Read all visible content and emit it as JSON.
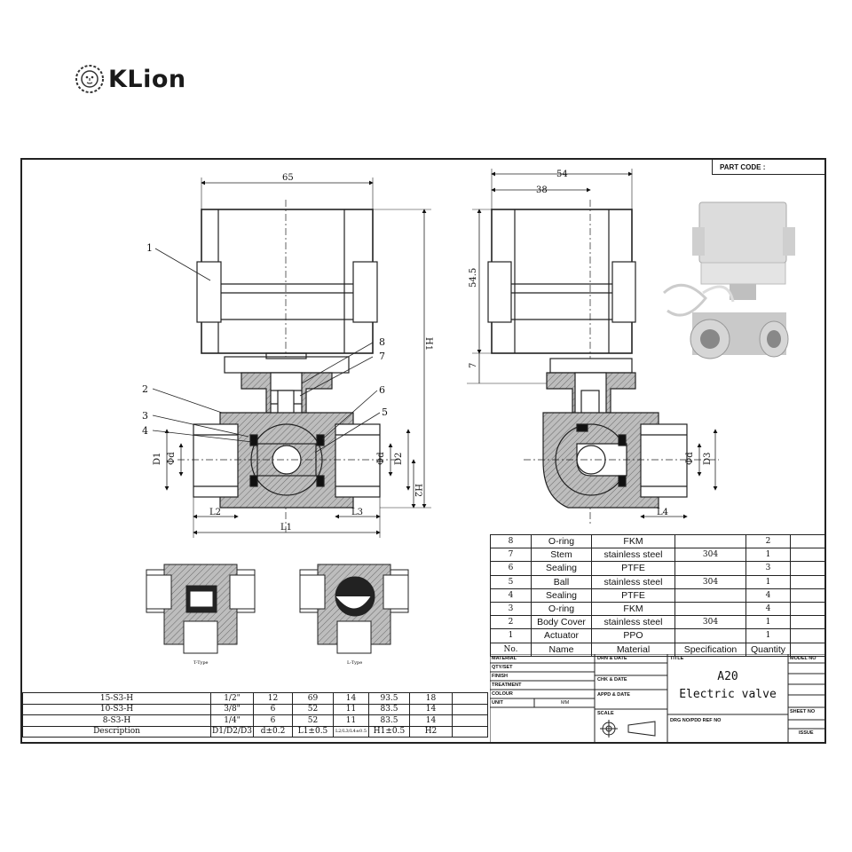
{
  "brand": {
    "name": "KLion",
    "logo_icon": "lion-head-icon"
  },
  "part_code_label": "PART CODE :",
  "dimensions": {
    "front_width": "65",
    "side_width": "54",
    "side_inner": "38",
    "side_height": "54.5",
    "side_offset": "7",
    "h1": "H1",
    "h2": "H2",
    "l1": "L1",
    "l2": "L2",
    "l3": "L3",
    "l4": "L4",
    "d1": "D1",
    "d2": "D2",
    "d3": "D3",
    "dd": "Φd"
  },
  "callouts": [
    "1",
    "2",
    "3",
    "4",
    "5",
    "6",
    "7",
    "8"
  ],
  "section_labels": [
    "T-Type",
    "L-Type"
  ],
  "bom": {
    "rows": [
      {
        "no": "8",
        "name": "O-ring",
        "material": "FKM",
        "spec": "",
        "qty": "2"
      },
      {
        "no": "7",
        "name": "Stem",
        "material": "stainless steel",
        "spec": "304",
        "qty": "1"
      },
      {
        "no": "6",
        "name": "Sealing",
        "material": "PTFE",
        "spec": "",
        "qty": "3"
      },
      {
        "no": "5",
        "name": "Ball",
        "material": "stainless steel",
        "spec": "304",
        "qty": "1"
      },
      {
        "no": "4",
        "name": "Sealing",
        "material": "PTFE",
        "spec": "",
        "qty": "4"
      },
      {
        "no": "3",
        "name": "O-ring",
        "material": "FKM",
        "spec": "",
        "qty": "4"
      },
      {
        "no": "2",
        "name": "Body Cover",
        "material": "stainless steel",
        "spec": "304",
        "qty": "1"
      },
      {
        "no": "1",
        "name": "Actuator",
        "material": "PPO",
        "spec": "",
        "qty": "1"
      }
    ],
    "header": {
      "no": "No.",
      "name": "Name",
      "material": "Material",
      "spec": "Specification",
      "qty": "Quantity"
    }
  },
  "title_block": {
    "material": "MATERIAL",
    "qty_set": "QTY/SET",
    "finish": "FINISH",
    "treatment": "TREATMENT",
    "colour": "COLOUR",
    "unit": "UNIT",
    "unit_value": "MM",
    "drn_date": "DRN & DATE",
    "chk_date": "CHK & DATE",
    "appd_date": "APPD & DATE",
    "scale": "SCALE",
    "title_label": "TITLE",
    "title_line1": "A20",
    "title_line2": "Electric valve",
    "model_no": "MODEL NO",
    "sheet_no": "SHEET NO",
    "drg_no": "DRG NO/PDD REF NO",
    "issue": "ISSUE"
  },
  "spec_table": {
    "header": [
      "Description",
      "D1/D2/D3",
      "d±0.2",
      "L1±0.5",
      "L2/L3/L4±0.5",
      "H1±0.5",
      "H2"
    ],
    "rows": [
      [
        "15-S3-H",
        "1/2\"",
        "12",
        "69",
        "14",
        "93.5",
        "18"
      ],
      [
        "10-S3-H",
        "3/8\"",
        "6",
        "52",
        "11",
        "83.5",
        "14"
      ],
      [
        "8-S3-H",
        "1/4\"",
        "6",
        "52",
        "11",
        "83.5",
        "14"
      ]
    ]
  }
}
